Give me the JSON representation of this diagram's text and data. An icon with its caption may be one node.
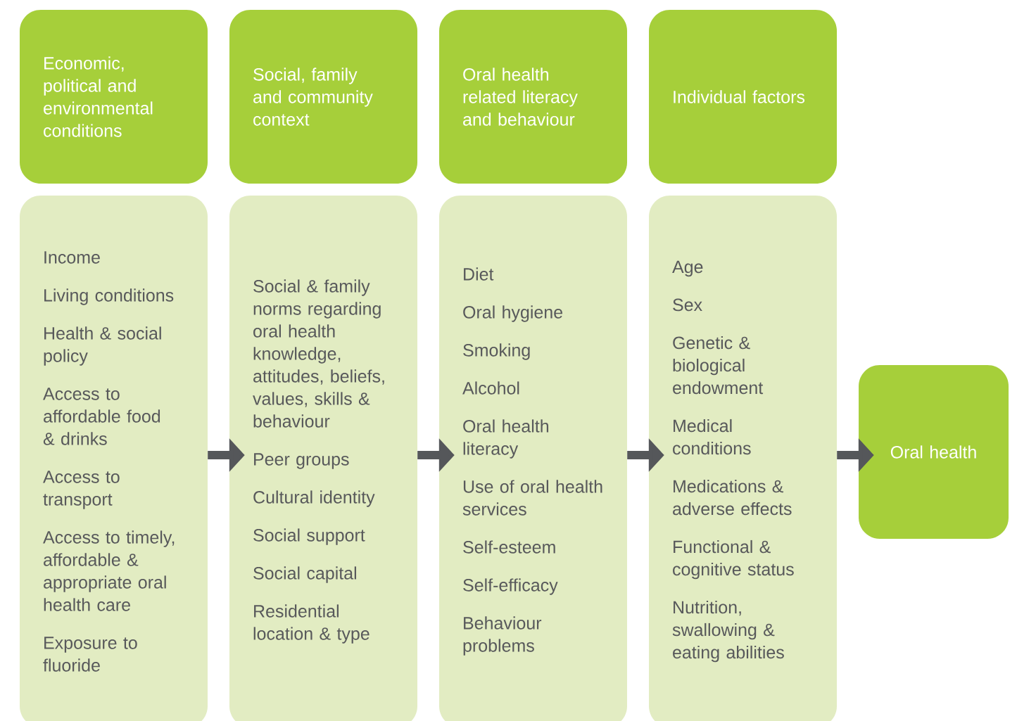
{
  "diagram": {
    "nodes": [
      {
        "text": [
          "Economic, political and environmental conditions"
        ]
      },
      {
        "text": [
          "Social, family and community context"
        ]
      },
      {
        "text": [
          "Oral health related literacy and behaviour"
        ]
      },
      {
        "text": [
          "Individual factors"
        ]
      },
      {
        "text": [
          "Income",
          "Living conditions",
          "Health & social policy",
          "Access to affordable food & drinks",
          "Access to transport",
          "Access to timely, affordable & appropriate oral health care",
          "Exposure to fluoride"
        ]
      },
      {
        "text": [
          "Social & family norms regarding oral health knowledge, attitudes, beliefs, values, skills & behaviour",
          "Peer groups",
          "Cultural identity",
          "Social support",
          "Social capital",
          "Residential location & type"
        ]
      },
      {
        "text": [
          "Diet",
          "Oral hygiene",
          "Smoking",
          "Alcohol",
          "Oral health literacy",
          "Use of oral health services",
          "Self-esteem",
          "Self-efficacy",
          "Behaviour problems"
        ]
      },
      {
        "text": [
          "Age",
          "Sex",
          "Genetic & biological endowment",
          "Medical conditions",
          "Medications & adverse effects",
          "Functional & cognitive status",
          "Nutrition, swallowing & eating abilities"
        ]
      },
      {
        "text": [
          "Oral health"
        ]
      }
    ],
    "edges": [
      {
        "from": 4,
        "to": 5,
        "arrow": "to"
      },
      {
        "from": 5,
        "to": 6,
        "arrow": "to"
      },
      {
        "from": 6,
        "to": 7,
        "arrow": "to"
      },
      {
        "from": 7,
        "to": 8,
        "arrow": "to"
      }
    ]
  }
}
